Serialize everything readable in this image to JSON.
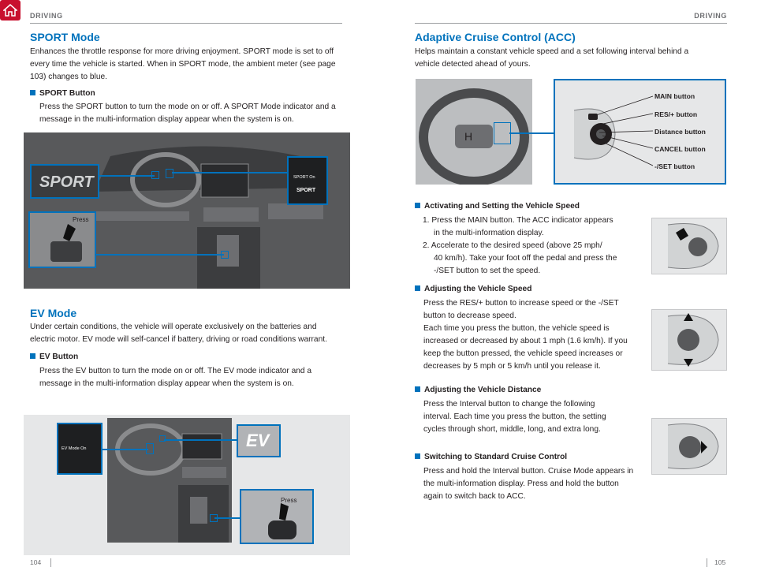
{
  "header": {
    "left_running_head": "DRIVING",
    "right_running_head": "DRIVING"
  },
  "left": {
    "sport": {
      "title": "SPORT Mode",
      "intro": "Enhances the throttle response for more driving enjoyment. SPORT mode is set to off every time the vehicle is started. When in SPORT mode, the ambient meter (see page 103) changes to blue.",
      "button_heading": "SPORT Button",
      "button_text": "Press the SPORT button to turn the mode on or off. A SPORT Mode indicator and a message in the multi-information display appear when the system is on.",
      "callout_logo": "SPORT",
      "callout_display_small": "SPORT On",
      "callout_display_big": "SPORT",
      "press_label": "Press"
    },
    "ev": {
      "title": "EV Mode",
      "intro": "Under certain conditions, the vehicle will operate exclusively on the batteries and electric motor. EV mode will self-cancel if battery, driving or road conditions warrant.",
      "button_heading": "EV Button",
      "button_text": "Press the EV button to turn the mode on or off. The EV mode indicator and a message in the multi-information display appear when the system is on.",
      "callout_display": "EV  Mode On",
      "callout_logo": "EV",
      "press_label": "Press"
    },
    "page_number": "104"
  },
  "right": {
    "acc": {
      "title": "Adaptive Cruise Control (ACC)",
      "intro": "Helps maintain a constant vehicle speed and a set following interval behind a vehicle detected ahead of yours.",
      "callout_labels": [
        "MAIN button",
        "RES/+ button",
        "Distance button",
        "CANCEL button",
        "-/SET button"
      ],
      "sections": [
        {
          "heading": "Activating and Setting the Vehicle Speed",
          "steps": [
            "1.  Press the MAIN button. The ACC indicator appears",
            "in the multi-information display.",
            "2.  Accelerate to the desired speed (above 25 mph/",
            "40 km/h). Take your foot off the pedal and press the",
            "-/SET button to set the speed."
          ]
        },
        {
          "heading": "Adjusting the Vehicle Speed",
          "paragraphs": [
            "Press the RES/+ button to increase speed or the -/SET button to decrease speed.",
            "Each time you press the button, the vehicle speed is increased or decreased by about 1 mph (1.6 km/h). If you keep the button pressed, the vehicle speed increases or decreases by 5 mph or 5 km/h until you release it."
          ]
        },
        {
          "heading": "Adjusting the Vehicle Distance",
          "paragraphs": [
            "Press the Interval button to change the following interval. Each time you press the button, the setting cycles through short, middle, long, and extra long."
          ]
        },
        {
          "heading": "Switching to Standard Cruise Control",
          "paragraphs": [
            "Press and hold the Interval button. Cruise Mode appears in the multi-information display. Press and hold the button again to switch back to ACC."
          ]
        }
      ]
    },
    "page_number": "105"
  },
  "colors": {
    "accent": "#0072bc",
    "home": "#c8102e",
    "text": "#231f20"
  }
}
